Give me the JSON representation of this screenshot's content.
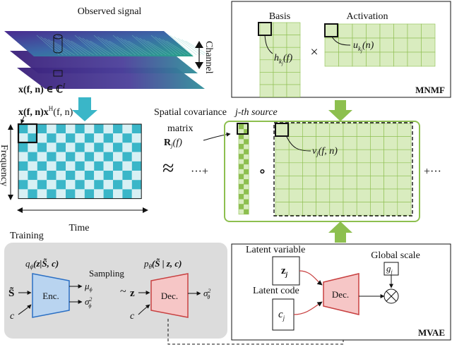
{
  "observed": {
    "title": "Observed signal",
    "channel_label": "Channel",
    "signal_expr": "x(f, n) ∈ ℂ",
    "signal_exp": "I",
    "outer_expr": "x(f, n)x",
    "outer_sup": "H",
    "outer_tail": "(f, n)"
  },
  "spatial": {
    "heading": "Spatial covariance",
    "source_label": "j-th source",
    "matrix_word": "matrix",
    "matrix_symbol": "R",
    "matrix_sub": "j",
    "matrix_arg": "(f)",
    "y_axis": "Frequency",
    "x_axis": "Time"
  },
  "equation": {
    "approx": "≈",
    "ellipsis_left": "···+",
    "hadamard": "∘",
    "plus_right": "+···",
    "v_label": "v",
    "v_sub": "j",
    "v_arg": "(f, n)"
  },
  "mnmf": {
    "basis_label": "Basis",
    "activation_label": "Activation",
    "times": "×",
    "h_label": "h",
    "h_sub": "k",
    "h_subsub": "j",
    "h_arg": "(f)",
    "u_label": "u",
    "u_sub": "k",
    "u_subsub": "j",
    "u_arg": "(n)",
    "tag": "MNMF"
  },
  "training": {
    "title": "Training",
    "encoder_label": "Enc.",
    "decoder_label": "Dec.",
    "q_expr": "q",
    "q_sub": "ϕ",
    "q_arg": "(z|S̃, c)",
    "p_expr": "p",
    "p_sub": "θ",
    "p_arg": "(S̃ | z, c)",
    "sampling": "Sampling",
    "tilde_label": "~",
    "s_input": "S̃",
    "c_input": "c",
    "mu": "μ",
    "mu_sub": "ϕ",
    "sigma_enc": "σ",
    "sigma_enc_sub": "ϕ",
    "sigma_enc_sup": "2",
    "z_input": "z",
    "c_input2": "c",
    "sigma_dec": "σ",
    "sigma_dec_sub": "θ",
    "sigma_dec_sup": "2"
  },
  "mvae": {
    "latent_variable": "Latent variable",
    "z_label": "z",
    "z_sub": "j",
    "latent_code": "Latent code",
    "c_label": "c",
    "c_sub": "j",
    "decoder_label": "Dec.",
    "global_scale": "Global scale",
    "g_label": "g",
    "g_sub": "j",
    "mult": "⊗",
    "tag": "MVAE"
  },
  "colors": {
    "teal": "#3ab6c8",
    "teal_light": "#d7f0f4",
    "green": "#8dbf4f",
    "green_light": "#d9ecbf",
    "enc_fill": "#b9d4f0",
    "enc_stroke": "#2a6fc4",
    "dec_fill": "#f6c6c6",
    "dec_stroke": "#c84040",
    "panel_grey": "#dcdcdc"
  }
}
